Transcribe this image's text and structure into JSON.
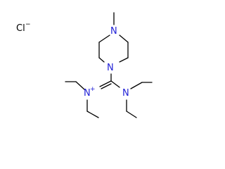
{
  "molecule": {
    "counter_ion": {
      "symbol": "Cl",
      "charge": "−"
    },
    "atoms": {
      "n_piperazine_top": "N",
      "n_piperazine_bottom": "N",
      "n_iminium": "N",
      "iminium_charge": "+",
      "n_amine": "N"
    },
    "colors": {
      "bond": "#000000",
      "nitrogen": "#1f1fd6",
      "chlorine": "#000000"
    }
  }
}
